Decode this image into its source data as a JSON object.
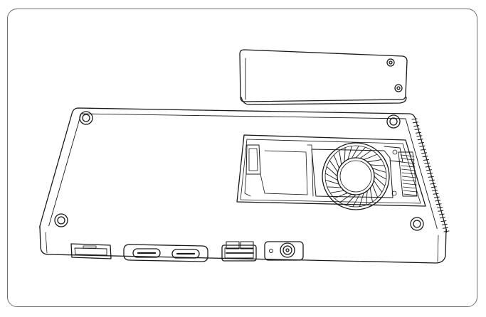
{
  "figure": {
    "kind": "mini-pc-exploded-view",
    "components": [
      "bottom-access-cover",
      "chassis-base",
      "cooling-fan",
      "heatsink-fins",
      "corner-screw",
      "hdmi-port",
      "usb-c-port",
      "usb-a-port",
      "dc-power-jack"
    ]
  }
}
